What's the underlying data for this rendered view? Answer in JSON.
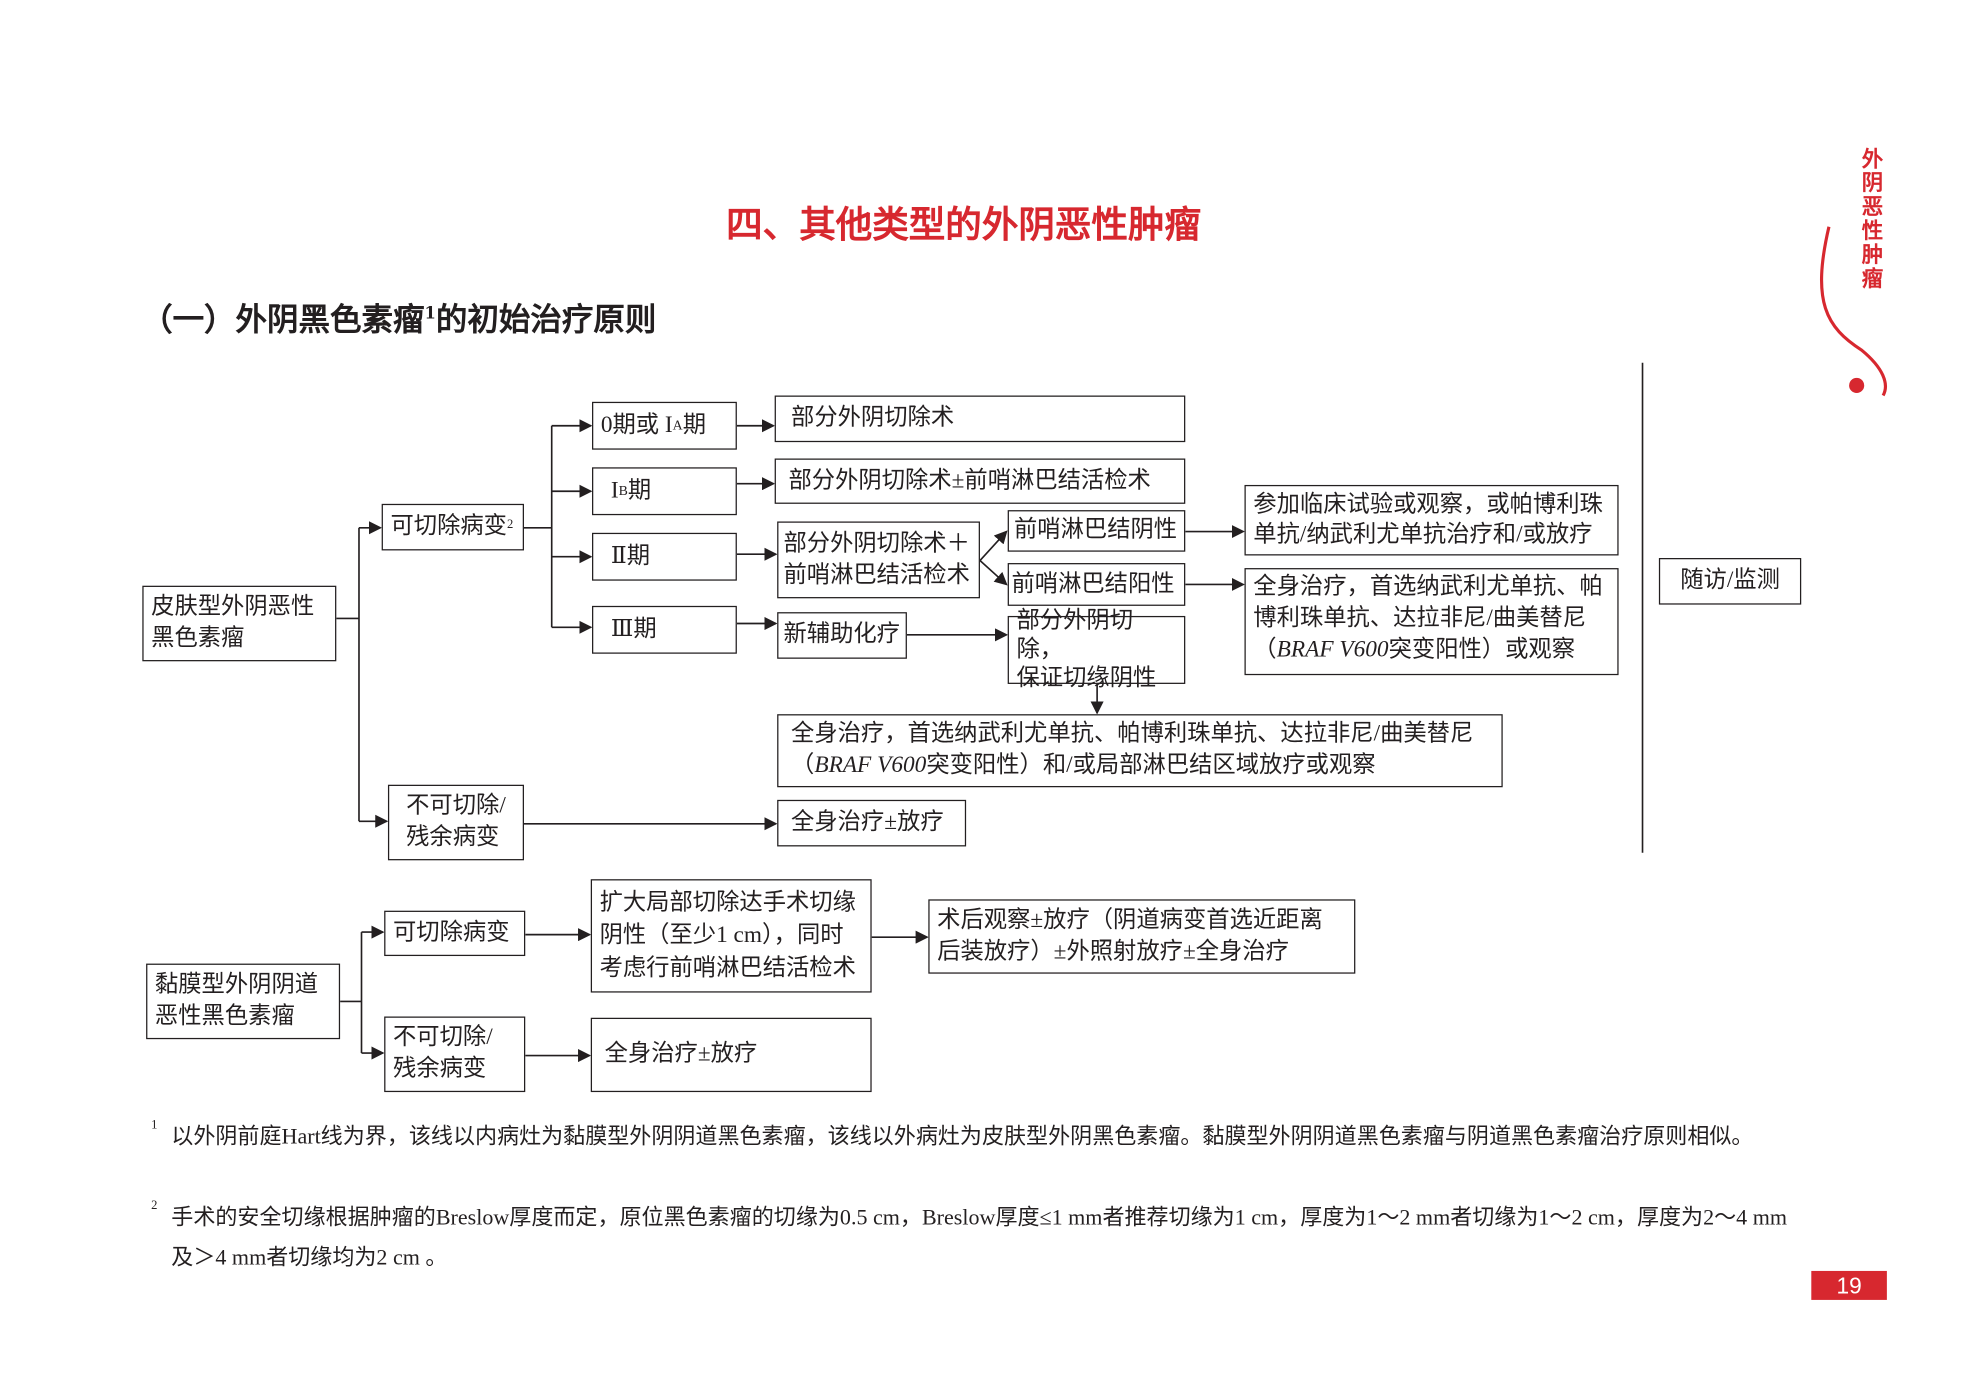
{
  "header": {
    "title": "四、其他类型的外阴恶性肿瘤",
    "subtitle_pre": "（一）外阴黑色素瘤",
    "subtitle_sup": "1",
    "subtitle_post": "的初始治疗原则"
  },
  "side_tab": {
    "text": "外阴恶性肿瘤",
    "accent": "#d7282f"
  },
  "flow_cutaneous": {
    "root": "皮肤型外阴恶性\n黑色素瘤",
    "resectable": "可切除病变",
    "resectable_sup": "2",
    "unresectable": "不可切除/\n残余病变",
    "stage0_pre": "0期或 I",
    "stage0_sub": "A",
    "stage0_post": "期",
    "stageIB_pre": "I",
    "stageIB_sub": "B",
    "stageIB_post": "期",
    "stageII": "Ⅱ期",
    "stageIII": "Ⅲ期",
    "tx_stage0": "部分外阴切除术",
    "tx_stageIB": "部分外阴切除术±前哨淋巴结活检术",
    "tx_stageII": "部分外阴切除术＋\n前哨淋巴结活检术",
    "tx_stageIII": "新辅助化疗",
    "sln_negative": "前哨淋巴结阴性",
    "sln_positive": "前哨淋巴结阳性",
    "partial_excision": "部分外阴切除，\n保证切缘阴性",
    "tx_negative": "参加临床试验或观察，或帕博利珠\n单抗/纳武利尤单抗治疗和/或放疗",
    "tx_positive_1": "全身治疗，首选纳武利尤单抗、帕\n博利珠单抗、达拉非尼/曲美替尼\n（",
    "tx_positive_italic": "BRAF V600",
    "tx_positive_2": "突变阳性）或观察",
    "tx_after_excision_1": "全身治疗，首选纳武利尤单抗、帕博利珠单抗、达拉非尼/曲美替尼\n（",
    "tx_after_excision_italic": "BRAF V600",
    "tx_after_excision_2": "突变阳性）和/或局部淋巴结区域放疗或观察",
    "tx_unresectable": "全身治疗±放疗",
    "followup": "随访/监测"
  },
  "flow_mucosal": {
    "root": "黏膜型外阴阴道\n恶性黑色素瘤",
    "resectable": "可切除病变",
    "unresectable": "不可切除/\n残余病变",
    "tx_resectable": "扩大局部切除达手术切缘\n阴性（至少1 cm），同时\n考虑行前哨淋巴结活检术",
    "tx_post": "术后观察±放疗（阴道病变首选近距离\n后装放疗）±外照射放疗±全身治疗",
    "tx_unresectable": "全身治疗±放疗"
  },
  "footnotes": [
    {
      "num": "1",
      "text": "以外阴前庭Hart线为界，该线以内病灶为黏膜型外阴阴道黑色素瘤，该线以外病灶为皮肤型外阴黑色素瘤。黏膜型外阴阴道黑色素瘤与阴道黑色素瘤治疗原则相似。"
    },
    {
      "num": "2",
      "text": "手术的安全切缘根据肿瘤的Breslow厚度而定，原位黑色素瘤的切缘为0.5 cm，Breslow厚度≤1 mm者推荐切缘为1 cm，厚度为1～2 mm者切缘为1～2 cm，厚度为2～4 mm及＞4 mm者切缘均为2 cm 。"
    }
  ],
  "page_number": "19"
}
